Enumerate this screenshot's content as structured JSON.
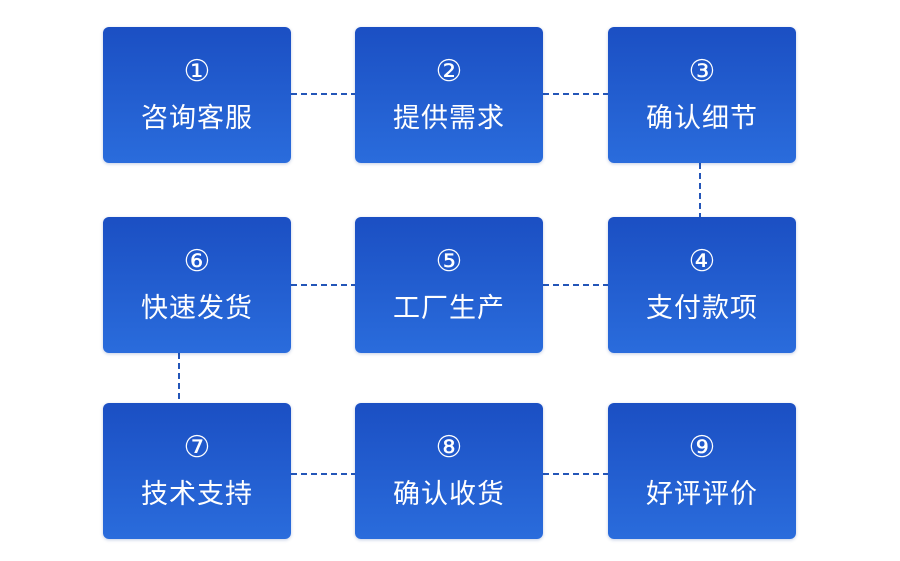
{
  "steps": [
    {
      "number": "①",
      "label": "咨询客服"
    },
    {
      "number": "②",
      "label": "提供需求"
    },
    {
      "number": "③",
      "label": "确认细节"
    },
    {
      "number": "④",
      "label": "支付款项"
    },
    {
      "number": "⑤",
      "label": "工厂生产"
    },
    {
      "number": "⑥",
      "label": "快速发货"
    },
    {
      "number": "⑦",
      "label": "技术支持"
    },
    {
      "number": "⑧",
      "label": "确认收货"
    },
    {
      "number": "⑨",
      "label": "好评评价"
    }
  ],
  "colors": {
    "box_top": "#1b4fc3",
    "box_bottom": "#2a6cdc",
    "connector": "#2456b8"
  }
}
